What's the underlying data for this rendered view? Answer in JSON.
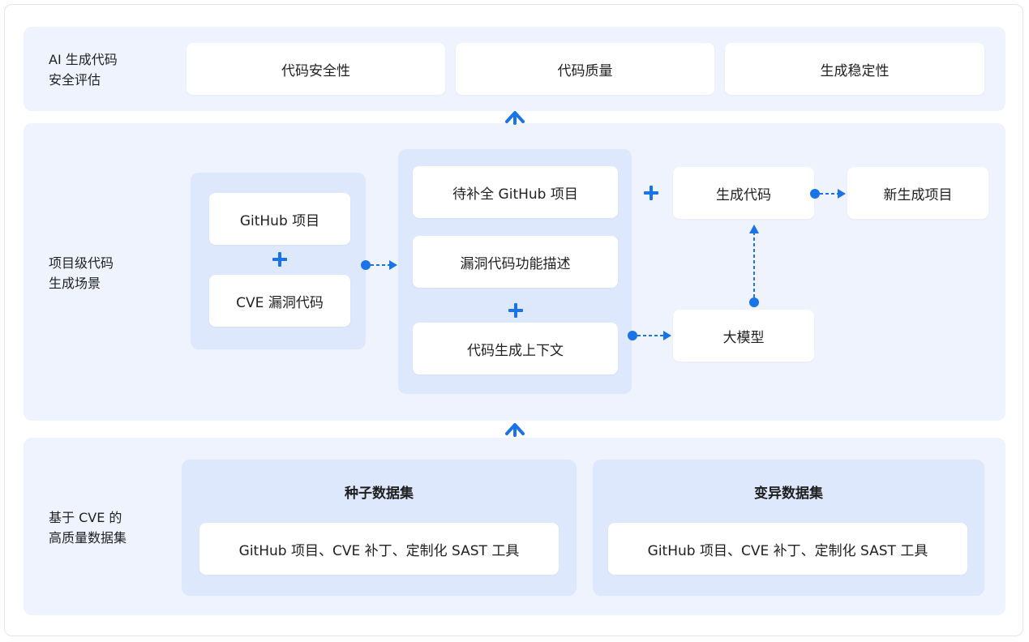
{
  "rows": {
    "eval": {
      "label": "AI 生成代码\n安全评估",
      "items": [
        "代码安全性",
        "代码质量",
        "生成稳定性"
      ]
    },
    "scenario": {
      "label": "项目级代码\n生成场景",
      "input_panel": [
        "GitHub 项目",
        "CVE 漏洞代码"
      ],
      "middle_panel": [
        "待补全 GitHub 项目",
        "漏洞代码功能描述",
        "代码生成上下文"
      ],
      "generated_code": "生成代码",
      "new_project": "新生成项目",
      "llm": "大模型"
    },
    "dataset": {
      "label": "基于 CVE 的\n高质量数据集",
      "seed": {
        "title": "种子数据集",
        "content": "GitHub 项目、CVE 补丁、定制化 SAST 工具"
      },
      "mutated": {
        "title": "变异数据集",
        "content": "GitHub 项目、CVE 补丁、定制化 SAST 工具"
      }
    }
  },
  "colors": {
    "accent": "#1a73e8",
    "band": "#eef3fd",
    "panel": "#dde8fc"
  }
}
